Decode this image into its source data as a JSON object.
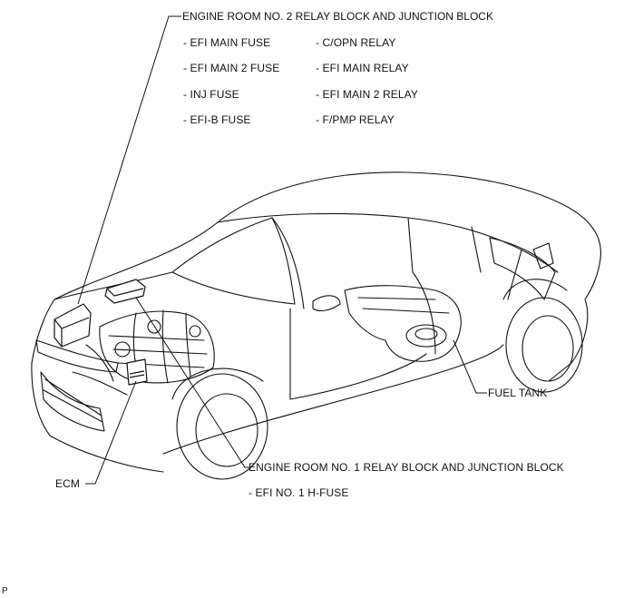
{
  "labels": {
    "er2_block": "ENGINE ROOM NO. 2 RELAY BLOCK AND JUNCTION BLOCK",
    "er2_items": [
      "- EFI MAIN FUSE",
      "- EFI MAIN 2 FUSE",
      "- INJ FUSE",
      "- EFI-B FUSE"
    ],
    "er2_items_right": [
      "- C/OPN RELAY",
      "- EFI MAIN RELAY",
      "- EFI MAIN 2 RELAY",
      "- F/PMP RELAY"
    ],
    "er1_block": "ENGINE ROOM NO. 1 RELAY BLOCK AND JUNCTION BLOCK",
    "er1_item": "- EFI NO. 1 H-FUSE",
    "fuel_tank": "FUEL TANK",
    "ecm": "ECM",
    "corner_mark": "P"
  }
}
